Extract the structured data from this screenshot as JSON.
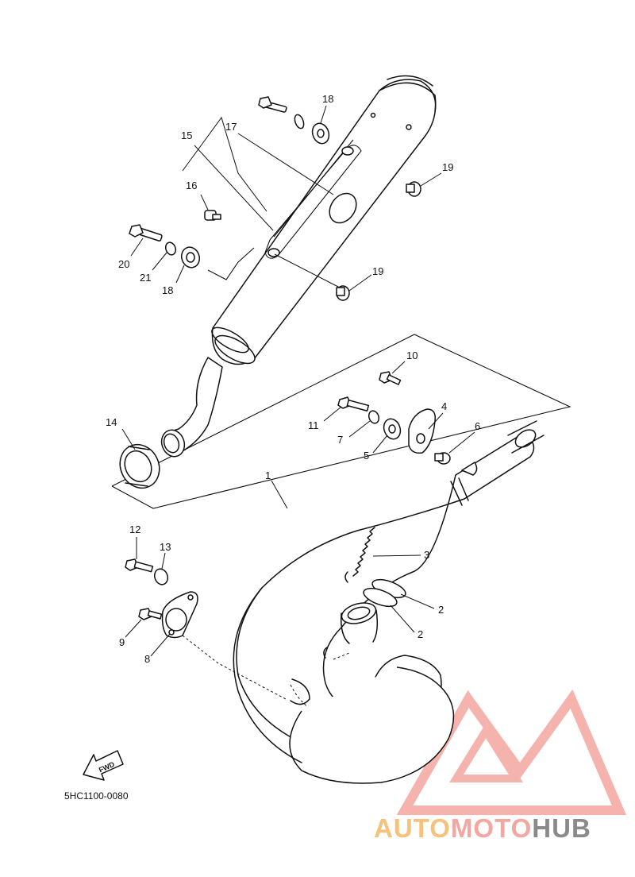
{
  "diagram_code": "5HC1100-0080",
  "fwd_label": "FWD",
  "callouts": {
    "c1": "1",
    "c2a": "2",
    "c2b": "2",
    "c3": "3",
    "c4": "4",
    "c5": "5",
    "c6": "6",
    "c7": "7",
    "c8": "8",
    "c9": "9",
    "c10": "10",
    "c11": "11",
    "c12": "12",
    "c13": "13",
    "c14": "14",
    "c15": "15",
    "c16": "16",
    "c17": "17",
    "c18a": "18",
    "c18b": "18",
    "c19a": "19",
    "c19b": "19",
    "c20": "20",
    "c21": "21"
  },
  "watermark": {
    "part1": "AUTO",
    "part2": "MOTO",
    "part3": "HUB",
    "color_primary": "#f4a6a0",
    "color_secondary": "#f6c27a",
    "color_dark": "#8a8a8a"
  }
}
